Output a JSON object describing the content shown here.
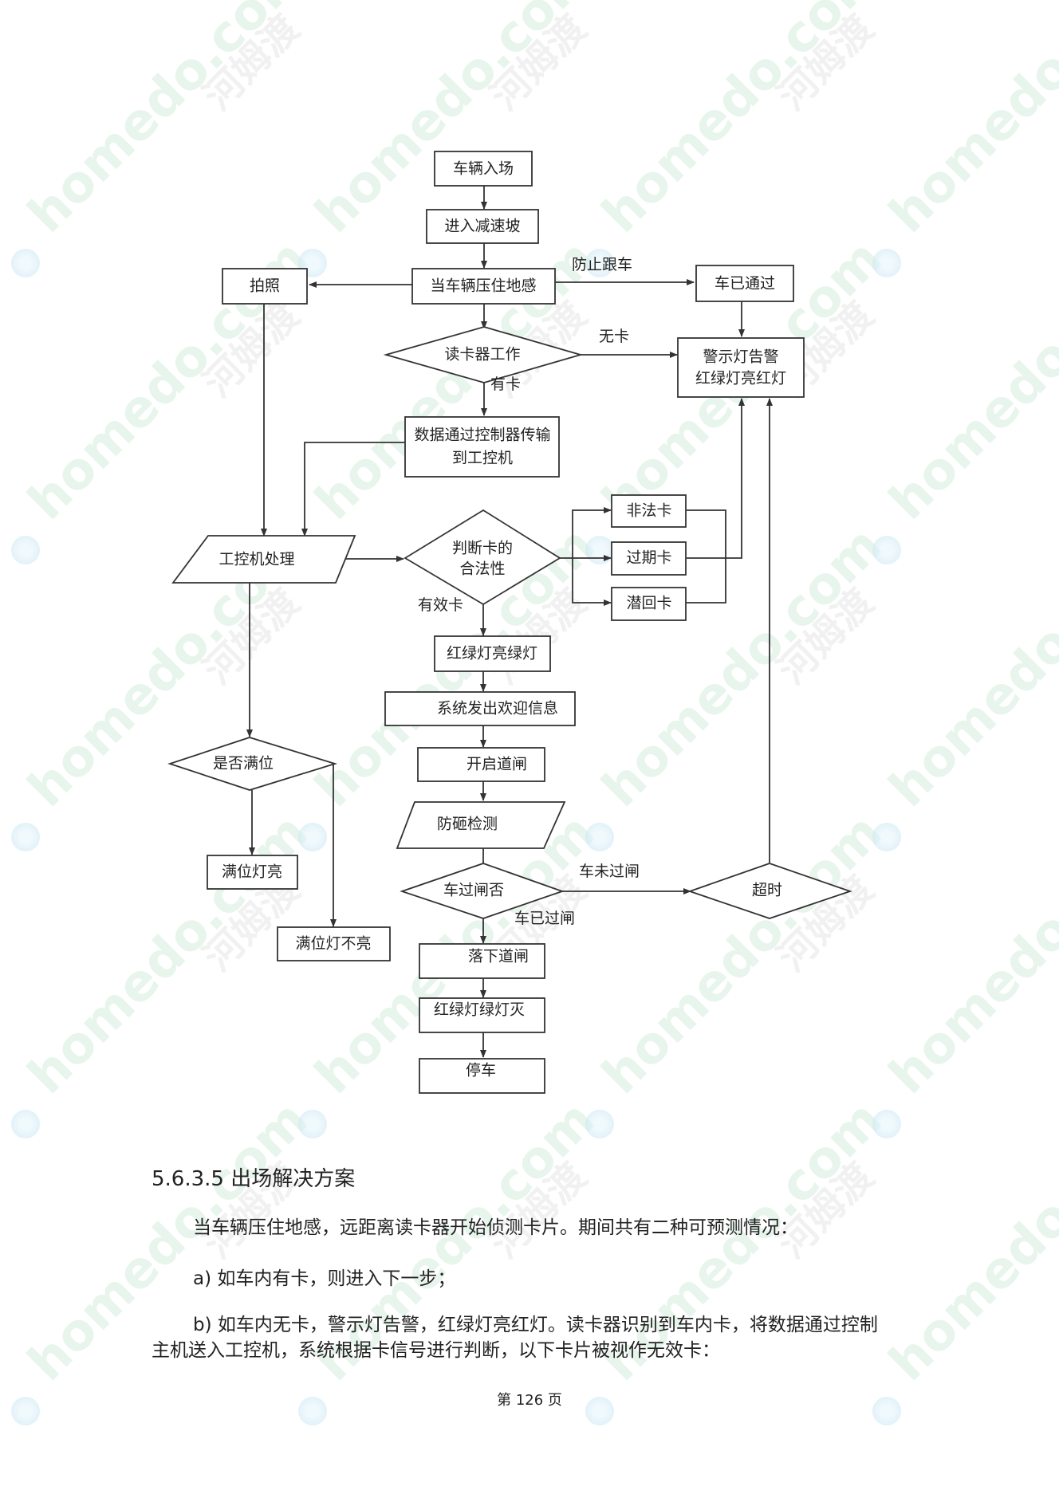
{
  "watermark": {
    "text": "homedo.com",
    "text_cn": "河姆渡"
  },
  "flowchart": {
    "nodes": {
      "entry": "车辆入场",
      "ramp": "进入减速坡",
      "sensor": "当车辆压住地感",
      "photo": "拍照",
      "passed": "车已通过",
      "reader": "读卡器工作",
      "alarm_l1": "警示灯告警",
      "alarm_l2": "红绿灯亮红灯",
      "transfer_l1": "数据通过控制器传输",
      "transfer_l2": "到工控机",
      "ipc": "工控机处理",
      "judge_l1": "判断卡的",
      "judge_l2": "合法性",
      "illegal": "非法卡",
      "expired": "过期卡",
      "returned": "潜回卡",
      "green_on": "红绿灯亮绿灯",
      "welcome": "系统发出欢迎信息",
      "open_gate": "开启道闸",
      "full_check": "是否满位",
      "anti_smash": "防砸检测",
      "full_light_on": "满位灯亮",
      "full_light_off": "满位灯不亮",
      "car_passed_gate": "车过闸否",
      "timeout": "超时",
      "close_gate": "落下道闸",
      "green_off": "红绿灯绿灯灭",
      "stop": "停车"
    },
    "edge_labels": {
      "prevent_tailgate": "防止跟车",
      "no_card": "无卡",
      "has_card": "有卡",
      "valid_card": "有效卡",
      "not_passed": "车未过闸",
      "passed": "车已过闸"
    }
  },
  "text": {
    "heading": "5.6.3.5  出场解决方案",
    "para1": "当车辆压住地感，远距离读卡器开始侦测卡片。期间共有二种可预测情况：",
    "item_a": "a)  如车内有卡，则进入下一步；",
    "item_b": "b)  如车内无卡，警示灯告警，红绿灯亮红灯。读卡器识别到车内卡，将数据通过控制主机送入工控机，系统根据卡信号进行判断，以下卡片被视作无效卡：",
    "footer": "第 126 页"
  }
}
